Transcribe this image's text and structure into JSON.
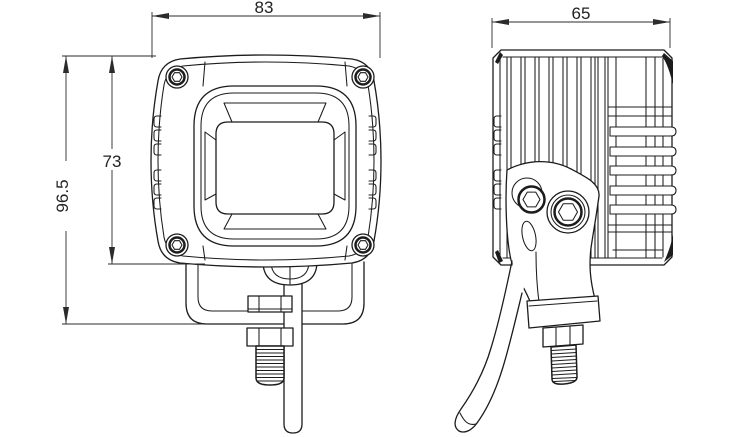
{
  "meta": {
    "background_color": "#ffffff",
    "line_color": "#1c1c1c",
    "description_visible_text_only": true
  },
  "dimensions": {
    "front_width": {
      "label": "83",
      "orientation": "horizontal"
    },
    "front_lens_height": {
      "label": "73",
      "orientation": "vertical"
    },
    "front_total_height": {
      "label": "96.5",
      "orientation": "vertical-rotated"
    },
    "side_depth": {
      "label": "65",
      "orientation": "horizontal"
    }
  }
}
